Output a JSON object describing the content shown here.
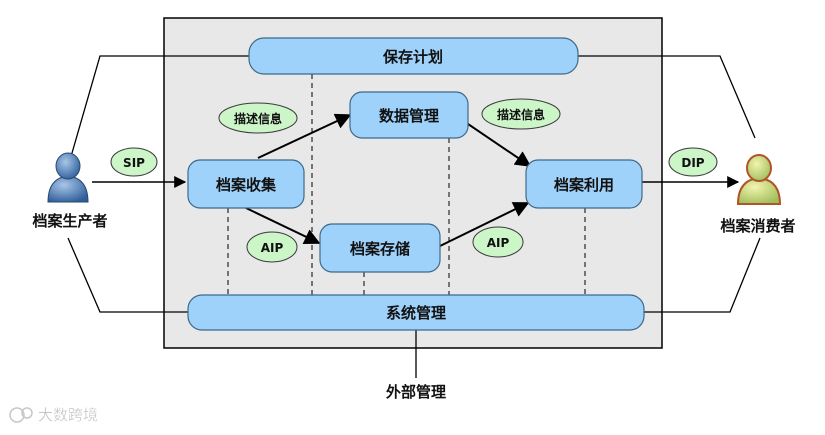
{
  "nodes": {
    "preservation": "保存计划",
    "data_mgmt": "数据管理",
    "ingest": "档案收集",
    "storage": "档案存储",
    "access": "档案利用",
    "system_mgmt": "系统管理",
    "external_mgmt": "外部管理"
  },
  "actors": {
    "producer": "档案生产者",
    "consumer": "档案消费者"
  },
  "packages": {
    "sip": "SIP",
    "dip": "DIP",
    "aip_left": "AIP",
    "aip_right": "AIP",
    "desc_left": "描述信息",
    "desc_right": "描述信息"
  },
  "watermark": "大数跨境",
  "colors": {
    "box_fill": "#9fd2fb",
    "box_stroke": "#3d6a8a",
    "ellipse_fill": "#ccf5c8",
    "frame_fill": "#e8e8e8"
  }
}
